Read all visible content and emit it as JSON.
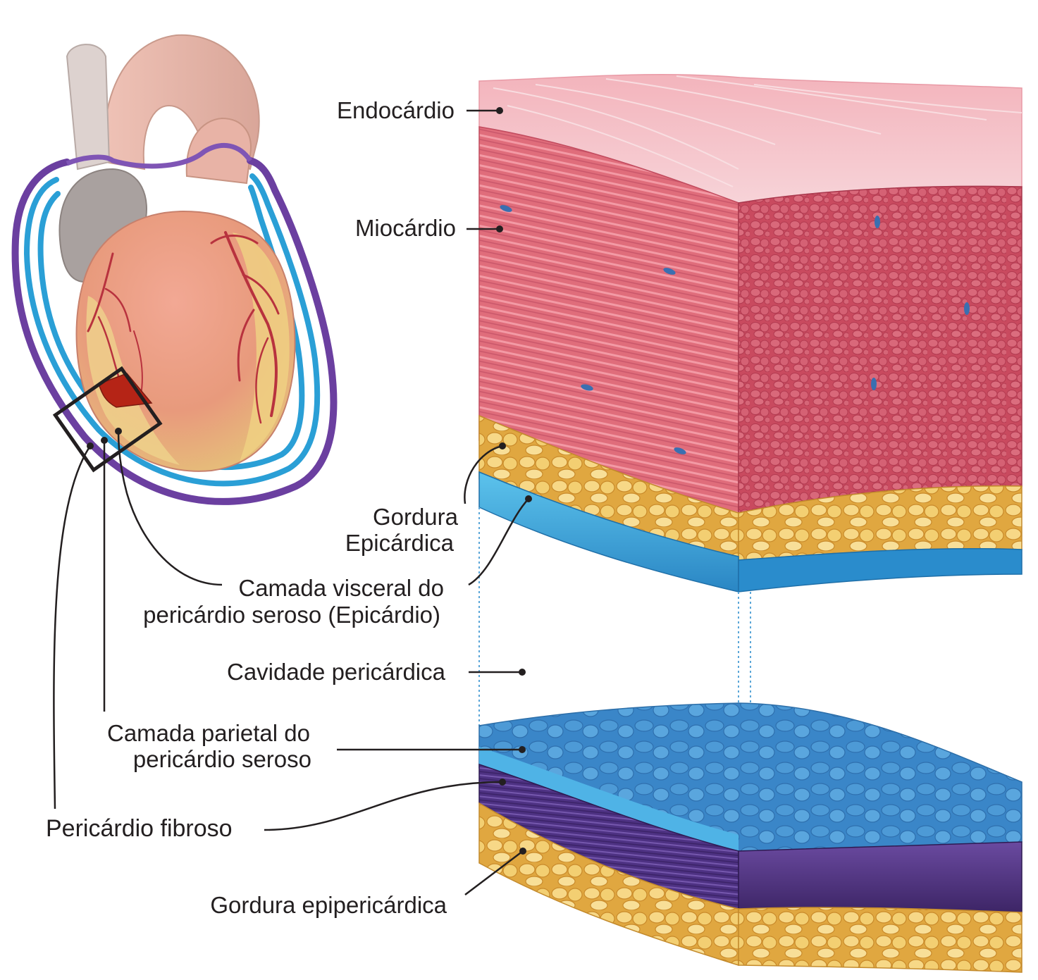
{
  "labels": {
    "endocardio": "Endocárdio",
    "miocardio": "Miocárdio",
    "gordura_epicardica_1": "Gordura",
    "gordura_epicardica_2": "Epicárdica",
    "visceral_1": "Camada visceral do",
    "visceral_2": "pericárdio seroso (Epicárdio)",
    "cavidade": "Cavidade pericárdica",
    "parietal_1": "Camada parietal do",
    "parietal_2": "pericárdio seroso",
    "fibroso": "Pericárdio fibroso",
    "epipericardica": "Gordura epipericárdica"
  },
  "colors": {
    "fibrous_outline": "#6b3fa0",
    "serous_outline": "#2a9fd6",
    "endocardium": "#f2b8c0",
    "myocardium": "#e07480",
    "epicardial_fat": "#f0c050",
    "visceral_layer": "#38a8d8",
    "parietal_layer": "#3a7fc0",
    "fibrous_layer": "#5a3a8c",
    "leader_line": "#231f20"
  }
}
